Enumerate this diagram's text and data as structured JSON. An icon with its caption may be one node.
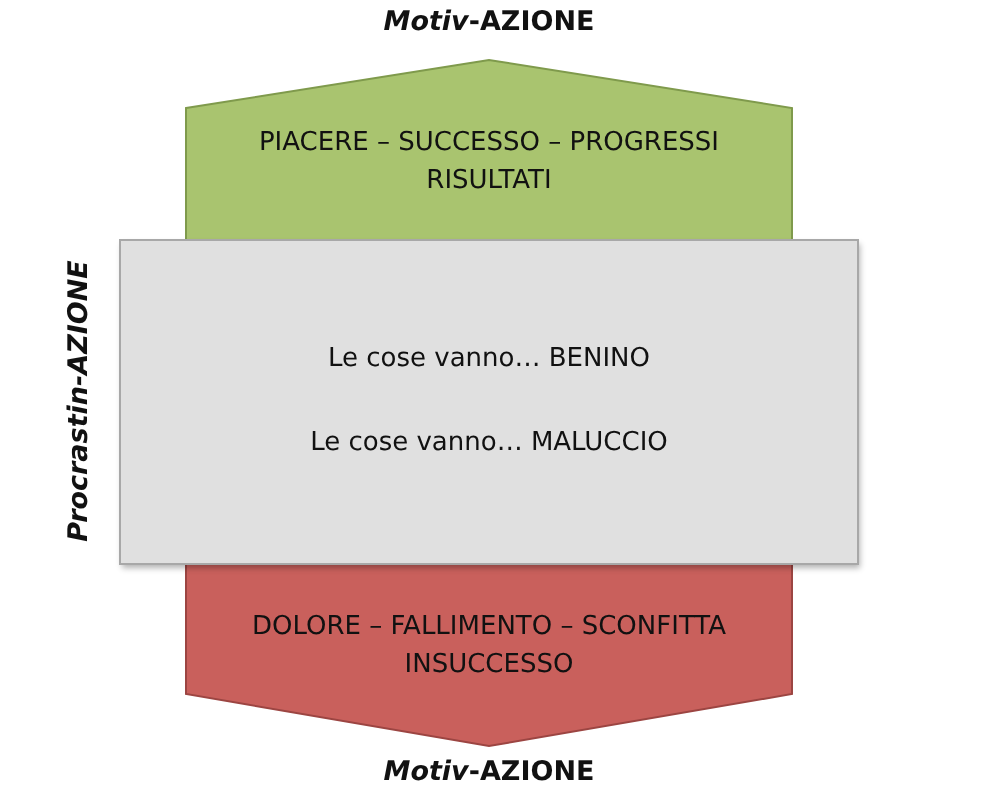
{
  "diagram": {
    "nodes": [
      {
        "text": [
          "*Motiv*-AZIONE",
          "PIACERE – SUCCESSO – PROGRESSI RISULTATI"
        ]
      },
      {
        "text": [
          "Procrastin-AZIONE",
          "Le cose vanno… BENINO",
          "Le cose vanno… MALUCCIO"
        ]
      },
      {
        "text": [
          "DOLORE – FALLIMENTO – SCONFITTA INSUCCESSO",
          "*Motiv*-AZIONE"
        ]
      }
    ]
  }
}
